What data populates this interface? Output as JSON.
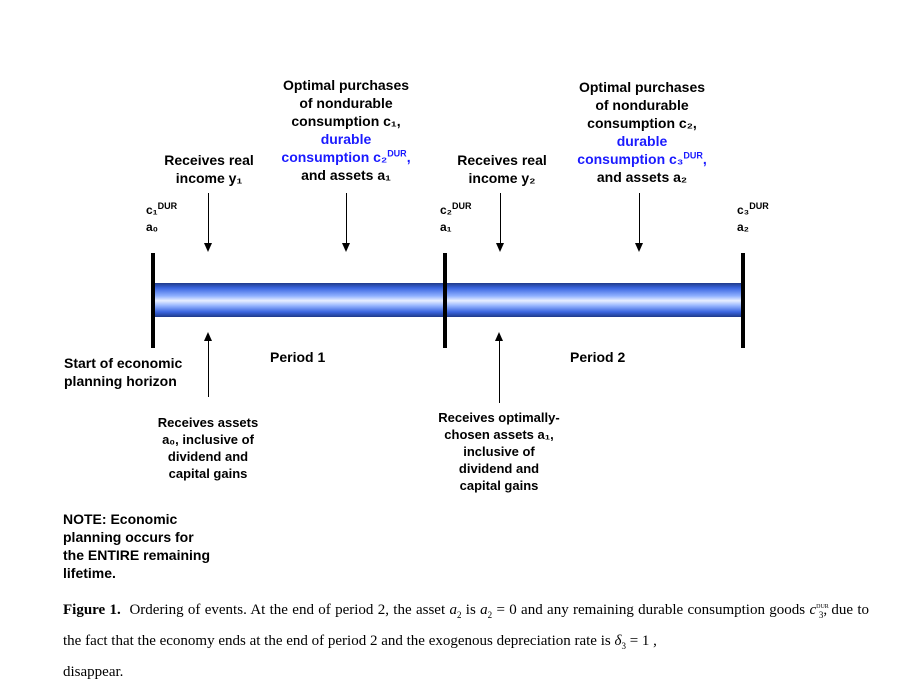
{
  "top_labels": {
    "receives_income_1": [
      "Receives real",
      "income y₁"
    ],
    "optimal_1": {
      "line1": "Optimal purchases",
      "line2": "of nondurable",
      "line3": "consumption c₁,",
      "line4_blue": "durable",
      "line5_blue_pre": "consumption c₂",
      "line5_sup": "DUR",
      "line5_post": ",",
      "line6": "and assets a₁"
    },
    "receives_income_2": [
      "Receives real",
      "income y₂"
    ],
    "optimal_2": {
      "line1": "Optimal purchases",
      "line2": "of nondurable",
      "line3": "consumption c₂,",
      "line4_blue": "durable",
      "line5_blue_pre": "consumption c₃",
      "line5_sup": "DUR",
      "line5_post": ",",
      "line6": "and assets a₂"
    }
  },
  "tick_labels": [
    {
      "c_base": "c₁",
      "c_sup": "DUR",
      "a": "a₀"
    },
    {
      "c_base": "c₂",
      "c_sup": "DUR",
      "a": "a₁"
    },
    {
      "c_base": "c₃",
      "c_sup": "DUR",
      "a": "a₂"
    }
  ],
  "periods": [
    "Period 1",
    "Period 2"
  ],
  "bottom_labels": {
    "start": [
      "Start of economic",
      "planning horizon"
    ],
    "receives_assets": [
      "Receives assets",
      "a₀, inclusive of",
      "dividend and",
      "capital gains"
    ],
    "receives_optimal": [
      "Receives optimally-",
      "chosen assets a₁,",
      "inclusive of",
      "dividend and",
      "capital gains"
    ]
  },
  "note": [
    "NOTE: Economic",
    "planning occurs for",
    "the ENTIRE remaining",
    "lifetime."
  ],
  "caption": {
    "figure": "Figure 1.",
    "text1": "Ordering of events.  At the end of period 2, the asset",
    "a2": "a",
    "a2_sub": "2",
    "is": "is",
    "a2b": "a",
    "a2b_sub": "2",
    "eq0": "= 0  and any remaining durable consumption goods",
    "c3": "c",
    "c3_sub": "3",
    "c3_sup": "DUR",
    "text2": ", due to the fact that the economy ends at the end of period 2 and the exogenous depreciation rate is",
    "delta": "δ",
    "delta_sub": "3",
    "eq1": "= 1 ,",
    "text3": "disappear."
  }
}
